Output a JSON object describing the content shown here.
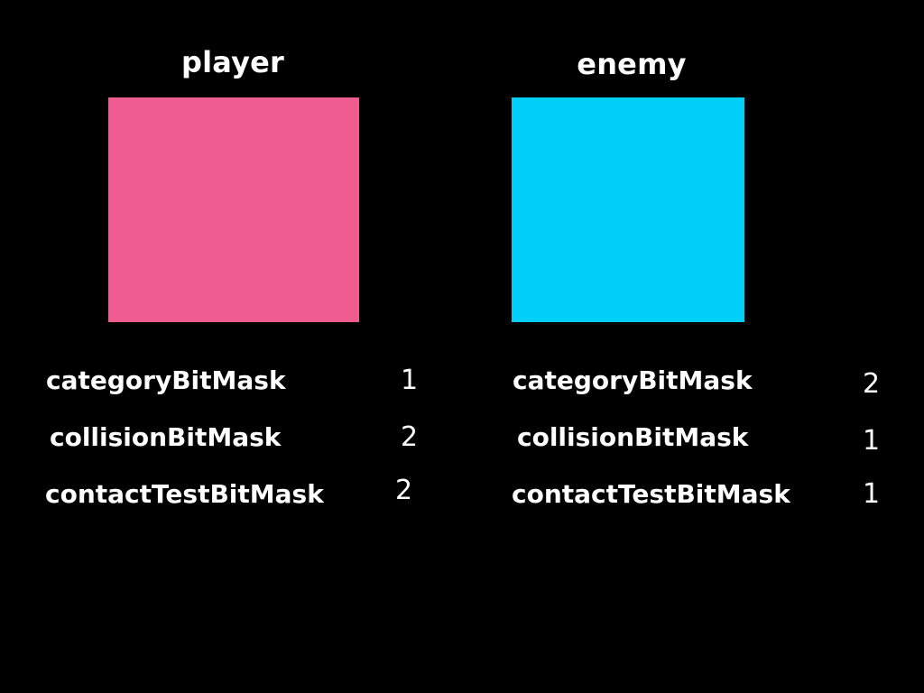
{
  "background_color": "#000000",
  "text_color": "#ffffff",
  "columns": [
    {
      "id": "player",
      "title": "player",
      "swatch_color": "#ee5c90",
      "properties": [
        {
          "label": "categoryBitMask",
          "value": "1"
        },
        {
          "label": "collisionBitMask",
          "value": "2"
        },
        {
          "label": "contactTestBitMask",
          "value": "2"
        }
      ]
    },
    {
      "id": "enemy",
      "title": "enemy",
      "swatch_color": "#00cff8",
      "properties": [
        {
          "label": "categoryBitMask",
          "value": "2"
        },
        {
          "label": "collisionBitMask",
          "value": "1"
        },
        {
          "label": "contactTestBitMask",
          "value": "1"
        }
      ]
    }
  ]
}
